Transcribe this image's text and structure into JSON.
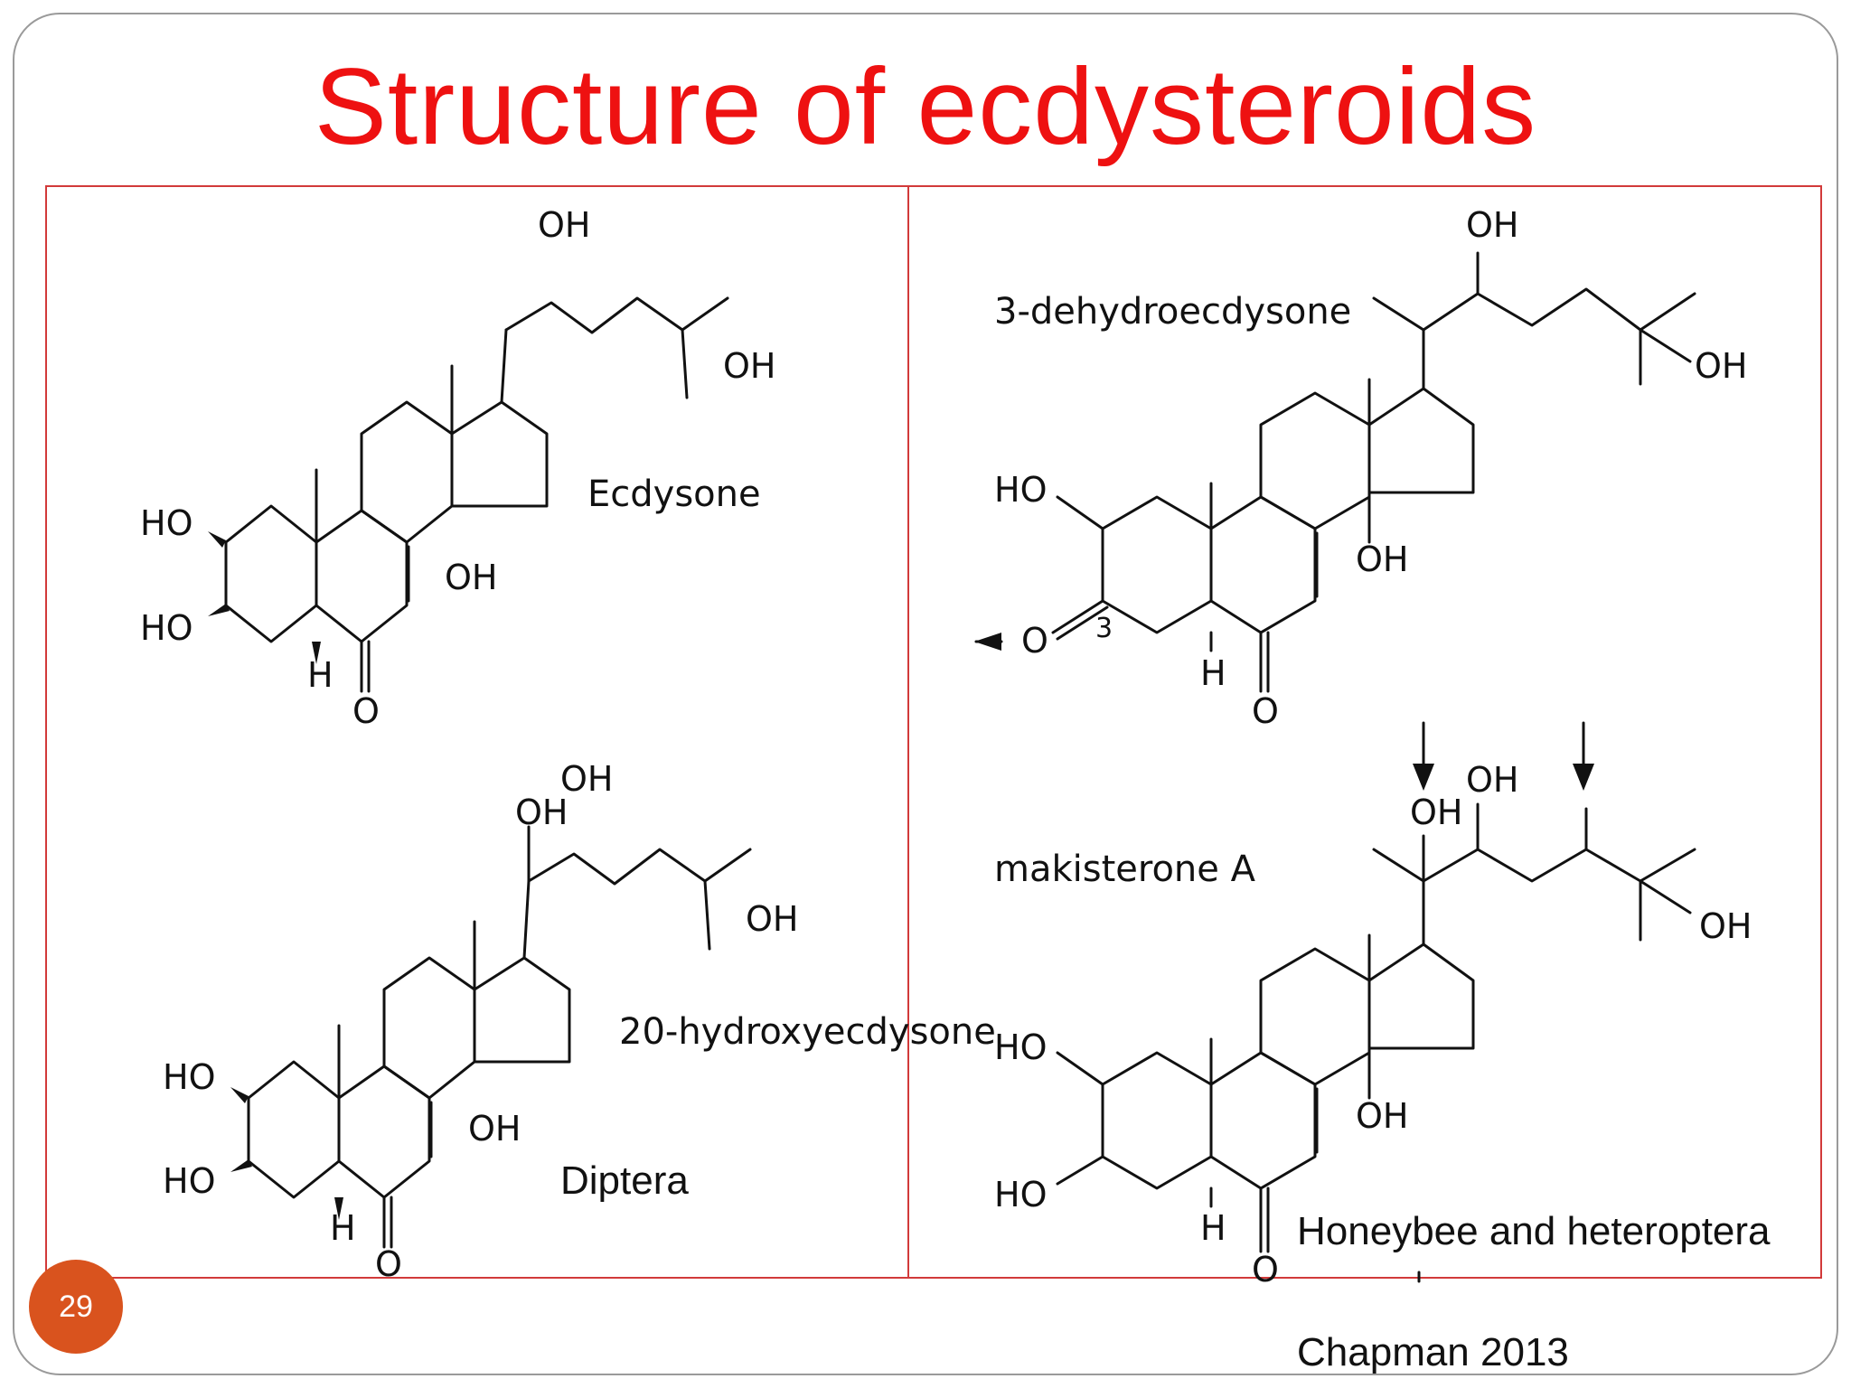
{
  "slide": {
    "title": "Structure of ecdysteroids",
    "page_number": "29",
    "citation": "Chapman 2013"
  },
  "left_panel": {
    "compound_top": "Ecdysone",
    "compound_bottom": "20-hydroxyecdysone",
    "bottom_group": "Diptera"
  },
  "right_panel": {
    "compound_top": "3-dehydroecdysone",
    "compound_bottom": "makisterone A",
    "bottom_group": "Honeybee and heteroptera",
    "ring_position": "3"
  },
  "atom_labels": {
    "hydroxyl": "OH",
    "hydroxyl_left": "HO",
    "hydrogen": "H",
    "oxygen": "O"
  },
  "colors": {
    "title": "#ee1111",
    "panel_border": "#d23a3a",
    "badge": "#d9531e"
  }
}
